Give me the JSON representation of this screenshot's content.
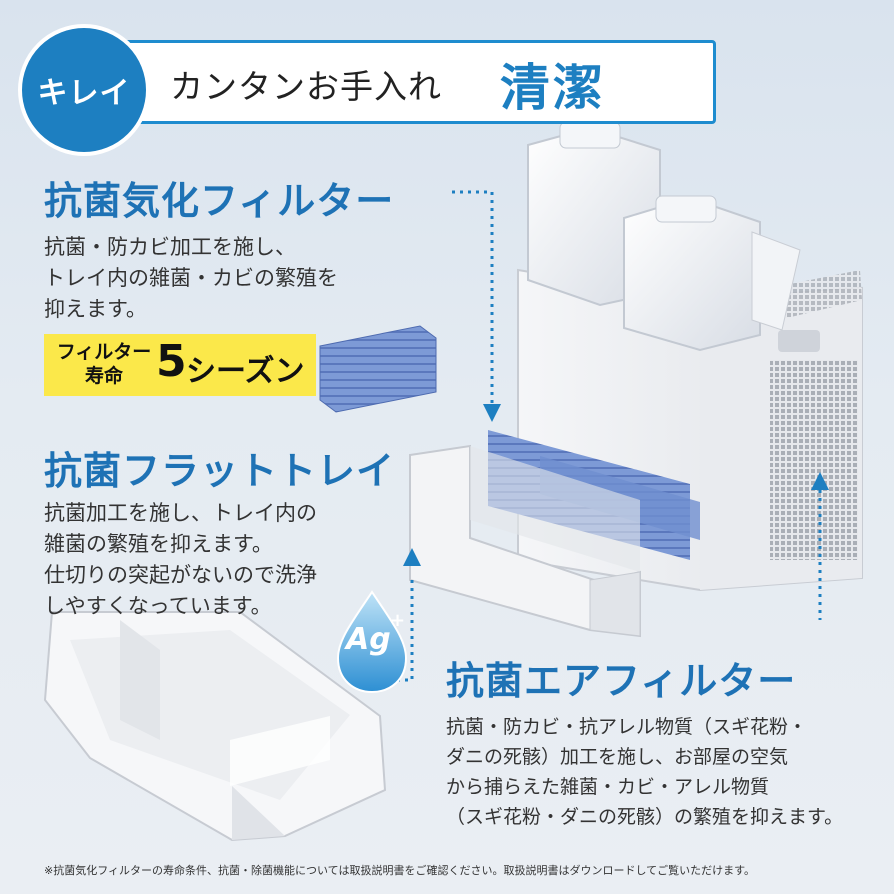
{
  "header": {
    "badge": "キレイ",
    "subtitle": "カンタンお手入れ",
    "title": "清潔"
  },
  "sections": [
    {
      "title": "抗菌気化フィルター",
      "body": "抗菌・防カビ加工を施し、\nトレイ内の雑菌・カビの繁殖を\n抑えます。"
    },
    {
      "title": "抗菌フラットトレイ",
      "body": "抗菌加工を施し、トレイ内の\n雑菌の繁殖を抑えます。\n仕切りの突起がないので洗浄\nしやすくなっています。"
    },
    {
      "title": "抗菌エアフィルター",
      "body": "抗菌・防カビ・抗アレル物質（スギ花粉・\nダニの死骸）加工を施し、お部屋の空気\nから捕らえた雑菌・カビ・アレル物質\n（スギ花粉・ダニの死骸）の繁殖を抑えます。"
    }
  ],
  "filter_life_badge": {
    "label": "フィルター\n寿命",
    "number": "5",
    "unit": "シーズン"
  },
  "ag_label": "Ag",
  "ag_plus": "+",
  "footnote": "※抗菌気化フィルターの寿命条件、抗菌・除菌機能については取扱説明書をご確認ください。取扱説明書はダウンロードしてご覧いただけます。",
  "colors": {
    "accent": "#1d7fc1",
    "badge": "#fbe84a",
    "filter_blue": "#6f8fd0"
  }
}
